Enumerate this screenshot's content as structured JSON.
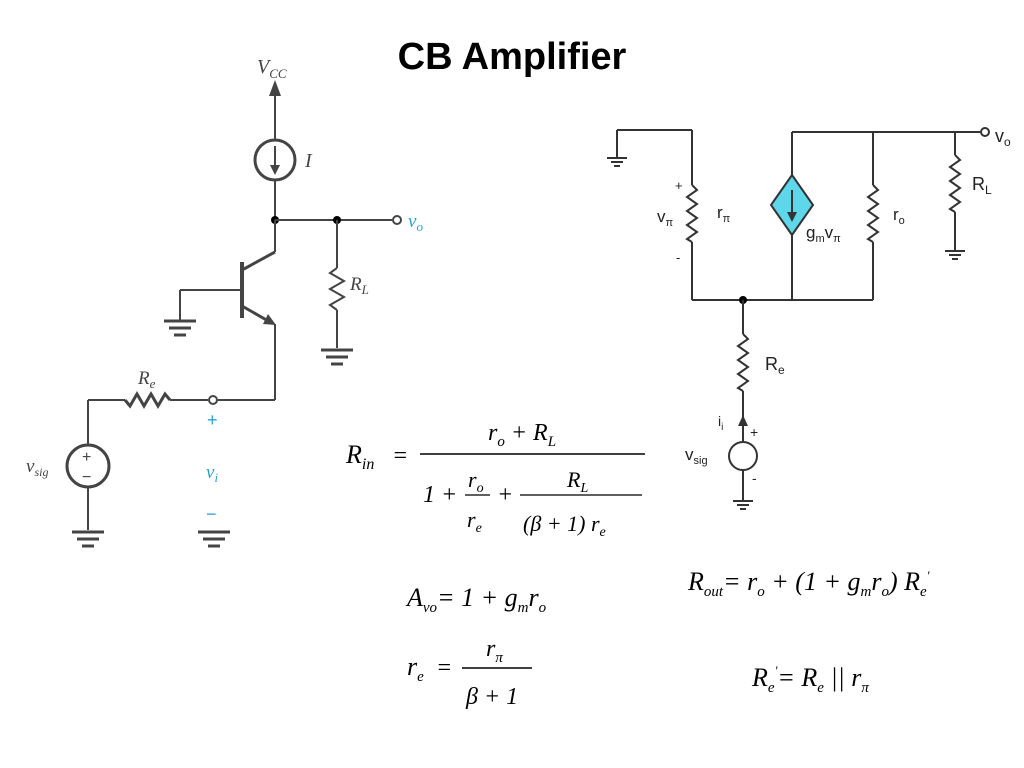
{
  "title": "CB Amplifier",
  "left_circuit": {
    "vcc_label": "V",
    "vcc_sub": "CC",
    "current_source_label": "I",
    "output_label": "v",
    "output_sub": "o",
    "load_label": "R",
    "load_sub": "L",
    "re_label": "R",
    "re_sub": "e",
    "vsig_label": "v",
    "vsig_sub": "sig",
    "vi_label": "v",
    "vi_sub": "i",
    "plus": "+",
    "minus": "−"
  },
  "right_circuit": {
    "vo_label": "v",
    "vo_sub": "o",
    "vpi_label": "v",
    "vpi_sub": "π",
    "rpi_label": "r",
    "rpi_sub": "π",
    "gm_label": "g",
    "gm_sub": "m",
    "gm_v": "v",
    "gm_vsub": "π",
    "ro_label": "r",
    "ro_sub": "o",
    "rl_label": "R",
    "rl_sub": "L",
    "re_label": "R",
    "re_sub": "e",
    "ii_label": "i",
    "ii_sub": "i",
    "vsig_label": "v",
    "vsig_sub": "sig",
    "plus": "+",
    "minus": "-"
  },
  "equations": {
    "rin": {
      "lhs": "R",
      "lhs_sub": "in",
      "num": "r",
      "num_sub": "o",
      "num_rest": " + R",
      "num_rest_sub": "L",
      "den_one": "1 +",
      "f1_num": "r",
      "f1_num_sub": "o",
      "f1_den": "r",
      "f1_den_sub": "e",
      "plus": "+",
      "f2_num": "R",
      "f2_num_sub": "L",
      "f2_den": "(β + 1) r",
      "f2_den_sub": "e"
    },
    "avo": {
      "lhs": "A",
      "lhs_sub": "vo",
      "rhs": "= 1 + g",
      "rhs_sub1": "m",
      "rhs_r": "r",
      "rhs_sub2": "o"
    },
    "re": {
      "lhs": "r",
      "lhs_sub": "e",
      "num": "r",
      "num_sub": "π",
      "den": "β + 1"
    },
    "rout": {
      "lhs": "R",
      "lhs_sub": "out",
      "rhs1": "= r",
      "rhs1_sub": "o",
      "rhs2": " + (1 + g",
      "rhs2_sub": "m",
      "rhs3": "r",
      "rhs3_sub": "o",
      "rhs4": ") R",
      "rhs4_sub": "e",
      "rhs4_sup": "'"
    },
    "re_prime": {
      "lhs": "R",
      "lhs_sub": "e",
      "lhs_sup": "'",
      "rhs": "= R",
      "rhs_sub": "e",
      "par": " || r",
      "par_sub": "π"
    }
  }
}
